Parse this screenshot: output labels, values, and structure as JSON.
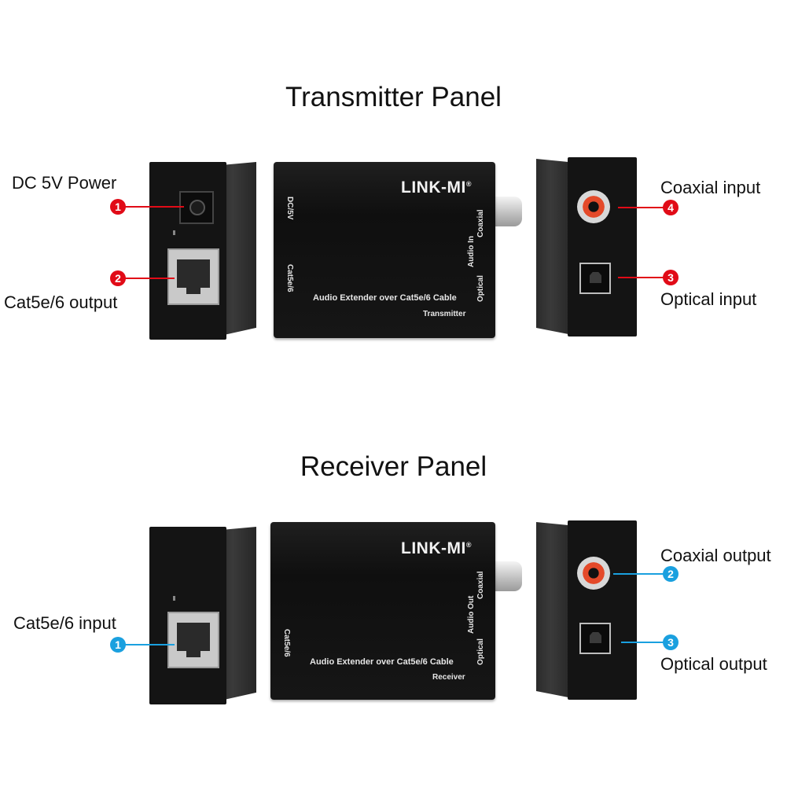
{
  "transmitter": {
    "title": "Transmitter Panel",
    "labels": {
      "dc_power": "DC 5V Power",
      "cat_output": "Cat5e/6 output",
      "coaxial_input": "Coaxial input",
      "optical_input": "Optical input"
    },
    "badges": [
      "1",
      "2",
      "4",
      "3"
    ],
    "device": {
      "brand": "LINK-MI",
      "reg": "®",
      "port_dc": "DC/5V",
      "port_cat": "Cat5e/6",
      "audio_group": "Audio In",
      "coaxial": "Coaxial",
      "optical": "Optical",
      "product": "Audio Extender over Cat5e/6 Cable",
      "model": "Transmitter"
    }
  },
  "receiver": {
    "title": "Receiver Panel",
    "labels": {
      "cat_input": "Cat5e/6 input",
      "coaxial_output": "Coaxial output",
      "optical_output": "Optical output"
    },
    "badges": [
      "1",
      "2",
      "3"
    ],
    "device": {
      "brand": "LINK-MI",
      "reg": "®",
      "port_cat": "Cat5e/6",
      "audio_group": "Audio Out",
      "coaxial": "Coaxial",
      "optical": "Optical",
      "product": "Audio Extender over Cat5e/6 Cable",
      "model": "Receiver"
    }
  },
  "colors": {
    "transmitter_callout": "#e10b17",
    "receiver_callout": "#1aa0df"
  }
}
